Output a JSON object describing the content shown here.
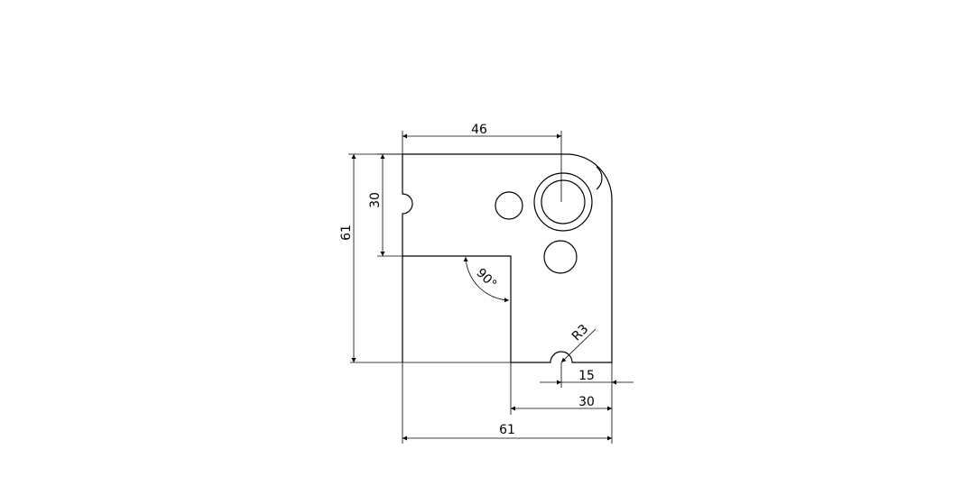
{
  "drawing": {
    "dimensions": {
      "top_width": "46",
      "left_height": "30",
      "overall_height": "61",
      "overall_width": "61",
      "bottom_width": "30",
      "hole_offset": "15",
      "notch_radius": "R3",
      "corner_angle": "90°"
    },
    "colors": {
      "line": "#000000",
      "background": "#ffffff"
    }
  }
}
